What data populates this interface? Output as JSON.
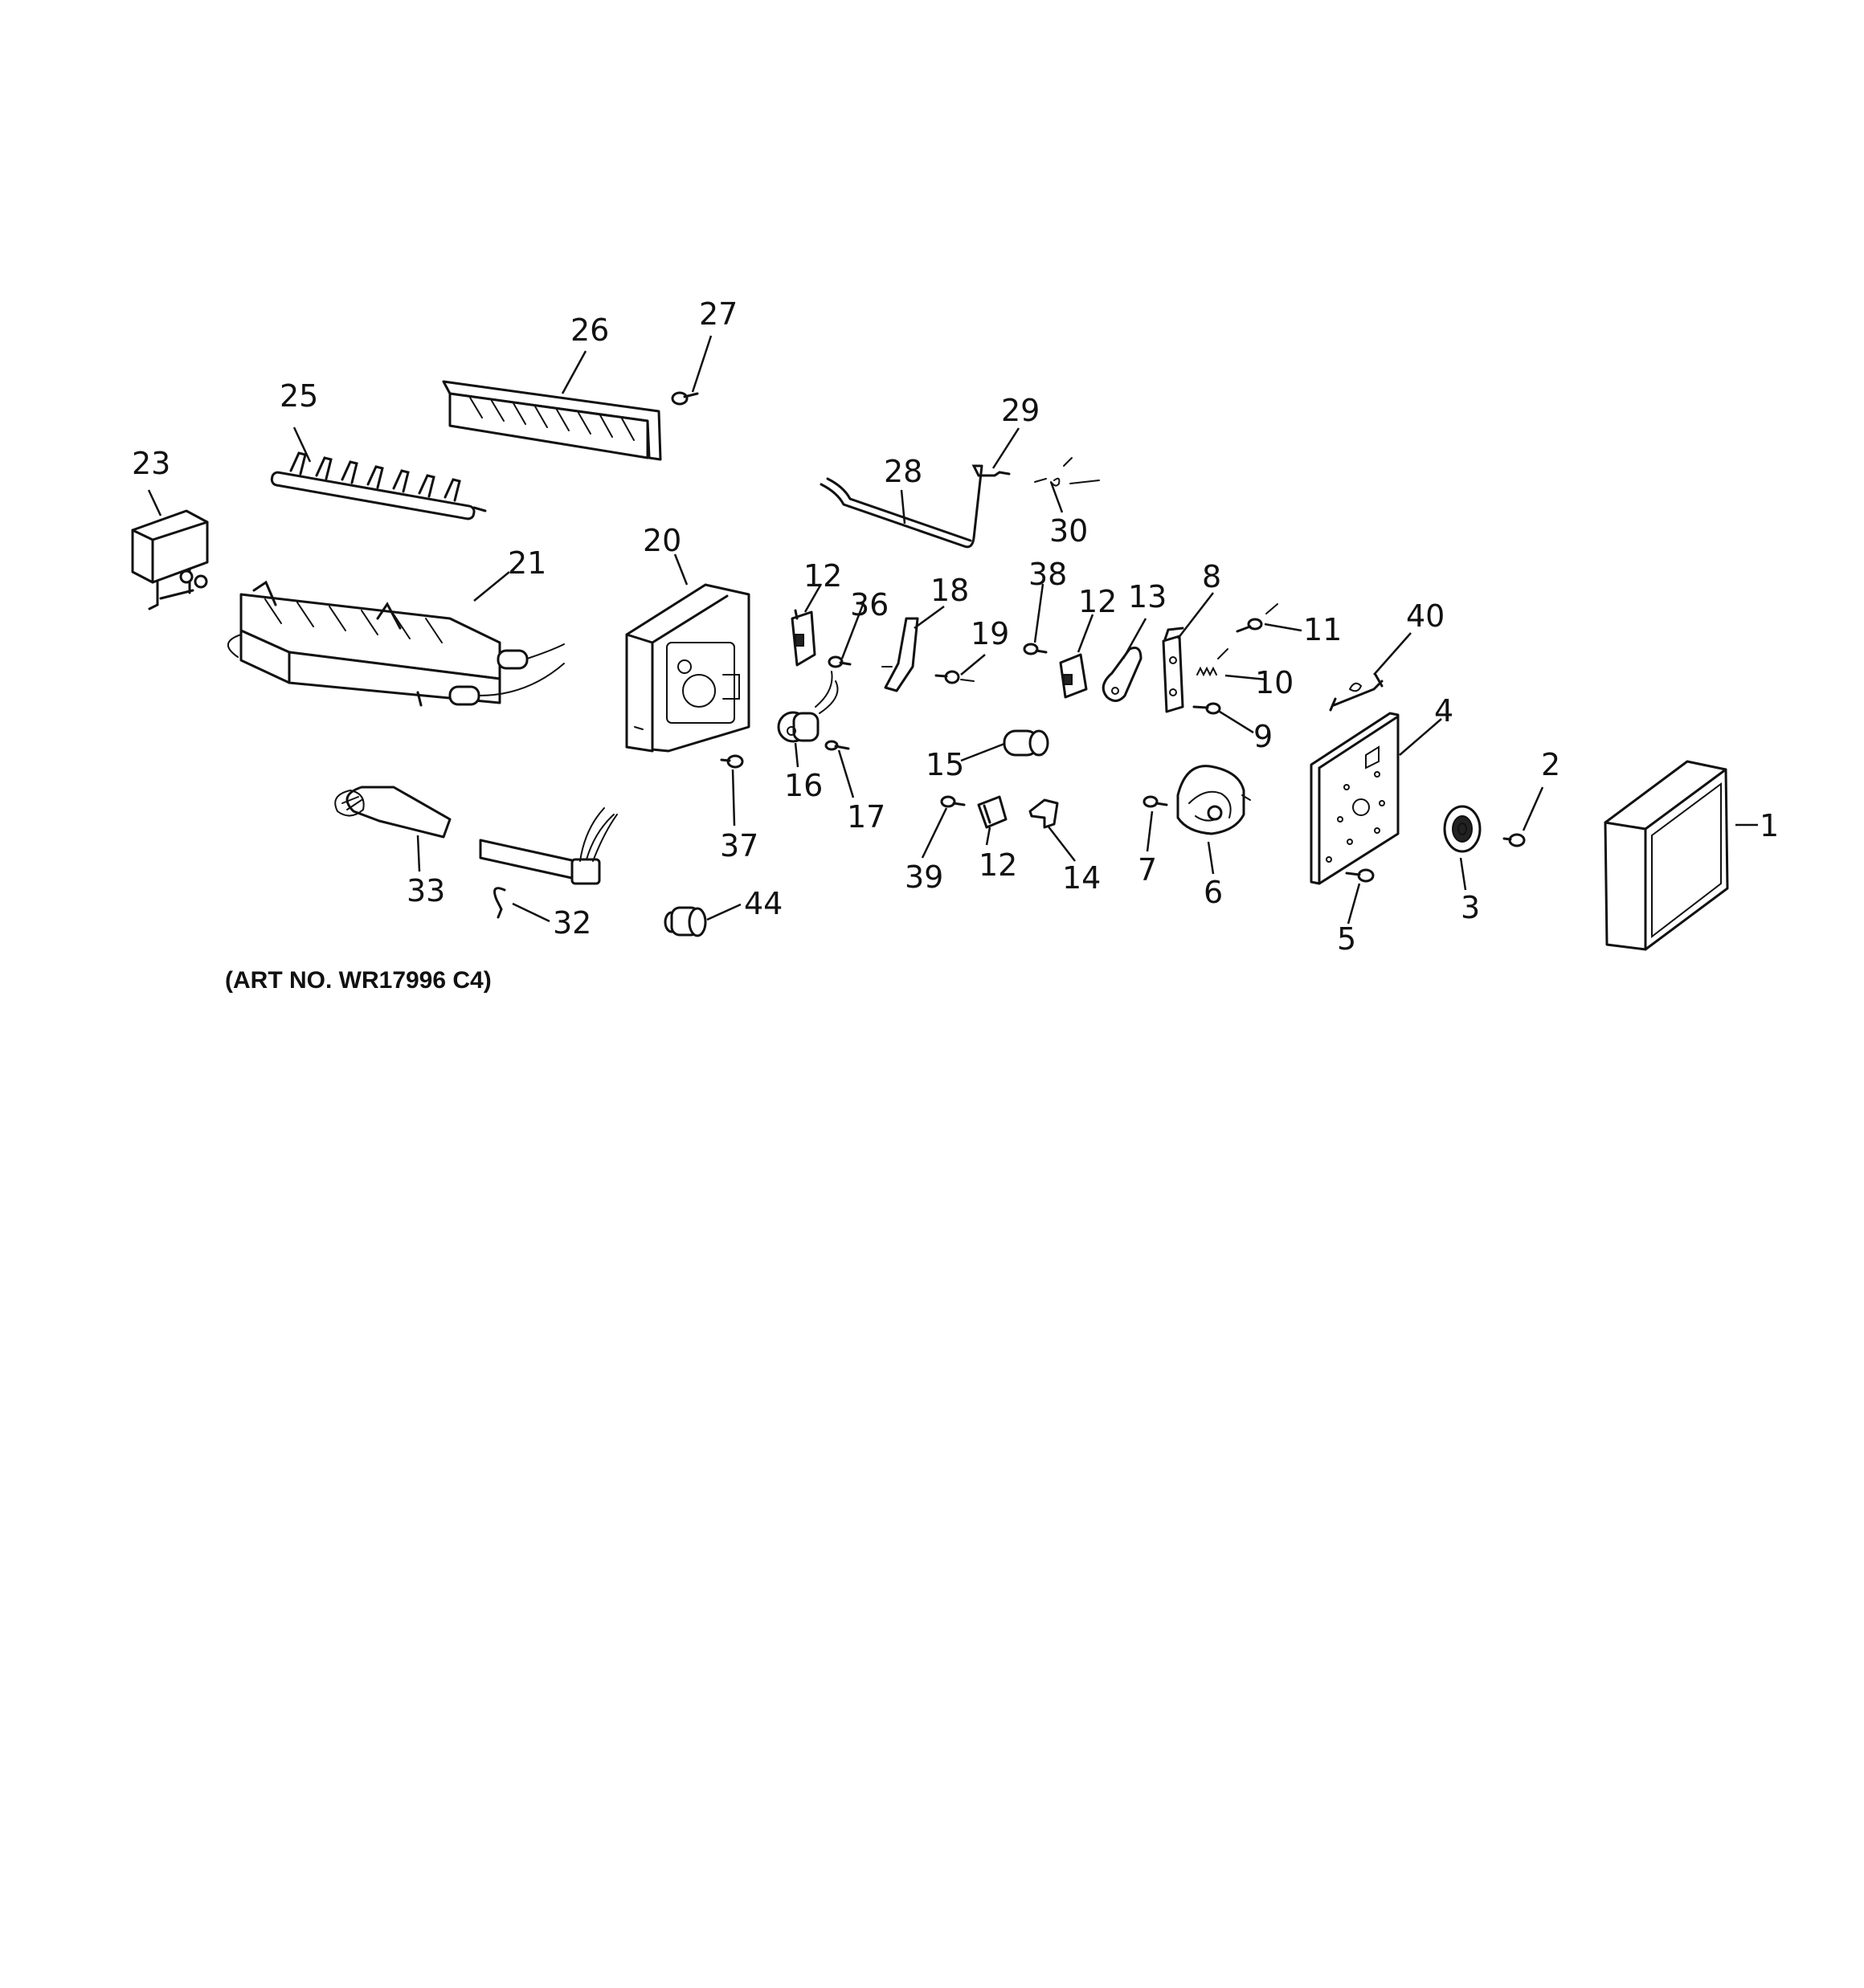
{
  "diagram": {
    "caption": "(ART NO. WR17996 C4)",
    "callouts": [
      {
        "id": "1",
        "label": "1"
      },
      {
        "id": "2",
        "label": "2"
      },
      {
        "id": "3",
        "label": "3"
      },
      {
        "id": "4",
        "label": "4"
      },
      {
        "id": "5",
        "label": "5"
      },
      {
        "id": "6",
        "label": "6"
      },
      {
        "id": "7",
        "label": "7"
      },
      {
        "id": "8",
        "label": "8"
      },
      {
        "id": "9",
        "label": "9"
      },
      {
        "id": "10",
        "label": "10"
      },
      {
        "id": "11",
        "label": "11"
      },
      {
        "id": "12a",
        "label": "12"
      },
      {
        "id": "12b",
        "label": "12"
      },
      {
        "id": "12c",
        "label": "12"
      },
      {
        "id": "13",
        "label": "13"
      },
      {
        "id": "14",
        "label": "14"
      },
      {
        "id": "15",
        "label": "15"
      },
      {
        "id": "16",
        "label": "16"
      },
      {
        "id": "17",
        "label": "17"
      },
      {
        "id": "18",
        "label": "18"
      },
      {
        "id": "19",
        "label": "19"
      },
      {
        "id": "20",
        "label": "20"
      },
      {
        "id": "21",
        "label": "21"
      },
      {
        "id": "23",
        "label": "23"
      },
      {
        "id": "25",
        "label": "25"
      },
      {
        "id": "26",
        "label": "26"
      },
      {
        "id": "27",
        "label": "27"
      },
      {
        "id": "28",
        "label": "28"
      },
      {
        "id": "29",
        "label": "29"
      },
      {
        "id": "30",
        "label": "30"
      },
      {
        "id": "32",
        "label": "32"
      },
      {
        "id": "33",
        "label": "33"
      },
      {
        "id": "36",
        "label": "36"
      },
      {
        "id": "37",
        "label": "37"
      },
      {
        "id": "38",
        "label": "38"
      },
      {
        "id": "39",
        "label": "39"
      },
      {
        "id": "40",
        "label": "40"
      },
      {
        "id": "44",
        "label": "44"
      }
    ]
  }
}
